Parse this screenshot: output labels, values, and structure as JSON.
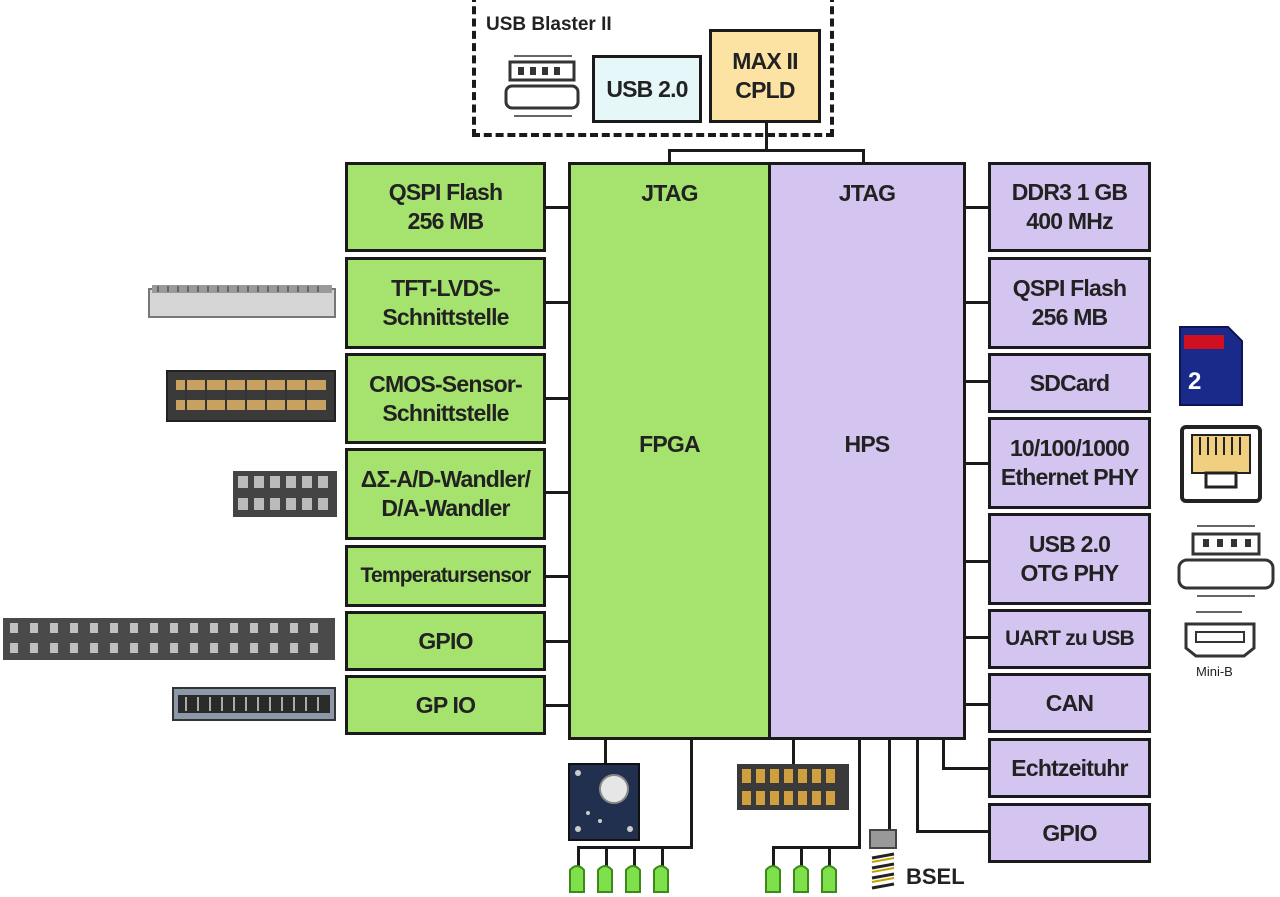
{
  "usb_blaster": {
    "title": "USB Blaster II",
    "usb": "USB 2.0",
    "cpld": [
      "MAX II",
      "CPLD"
    ]
  },
  "fpga": {
    "jtag": "JTAG",
    "label": "FPGA"
  },
  "hps": {
    "jtag": "JTAG",
    "label": "HPS"
  },
  "left_blocks": [
    [
      "QSPI Flash",
      "256 MB"
    ],
    [
      "TFT-LVDS-",
      "Schnittstelle"
    ],
    [
      "CMOS-Sensor-",
      "Schnittstelle"
    ],
    [
      "ΔΣ-A/D-Wandler/",
      "D/A-Wandler"
    ],
    [
      "Temperatursensor"
    ],
    [
      "GPIO"
    ],
    [
      "GP IO"
    ]
  ],
  "right_blocks": [
    [
      "DDR3 1 GB",
      "400 MHz"
    ],
    [
      "QSPI Flash",
      "256 MB"
    ],
    [
      "SDCard"
    ],
    [
      "10/100/1000",
      "Ethernet PHY"
    ],
    [
      "USB 2.0",
      "OTG PHY"
    ],
    [
      "UART zu USB"
    ],
    [
      "CAN"
    ],
    [
      "Echtzeituhr"
    ],
    [
      "GPIO"
    ]
  ],
  "bsel": "BSEL",
  "mini_usb": "Mini-B",
  "sd_text": "2",
  "colors": {
    "fpga": "#a6e36e",
    "hps": "#d4c4f0",
    "cpld": "#fce3a4",
    "usb": "#e6f7fa"
  }
}
